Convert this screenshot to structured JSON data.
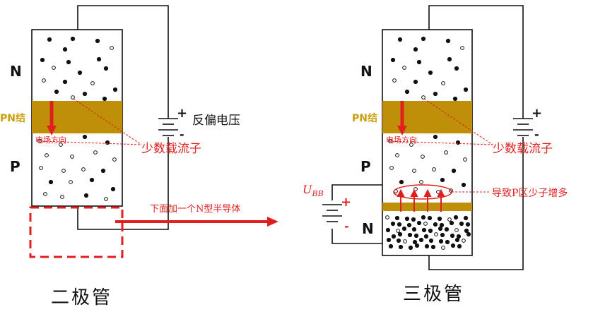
{
  "diode": {
    "title": "二极管",
    "label_n": "N",
    "label_p": "P",
    "label_pn": "PN结",
    "battery_label": "反偏电压",
    "field_label": "电场方向",
    "carrier_label": "少数载流子",
    "arrow_label": "下面加一个N型半导体"
  },
  "transistor": {
    "title": "三极管",
    "label_n_top": "N",
    "label_p": "P",
    "label_n_bottom": "N",
    "label_pn": "PN结",
    "field_label": "电场方向",
    "carrier_label": "少数载流子",
    "ubb_label": "U",
    "ubb_sub": "BB",
    "increase_label": "导致P区少子增多"
  },
  "battery_signs": {
    "plus": "+",
    "minus": "-"
  },
  "colors": {
    "junction": "#c08f0a",
    "accent_red": "#e01f1f",
    "pn_label": "#c9a00a",
    "line": "#111111"
  }
}
